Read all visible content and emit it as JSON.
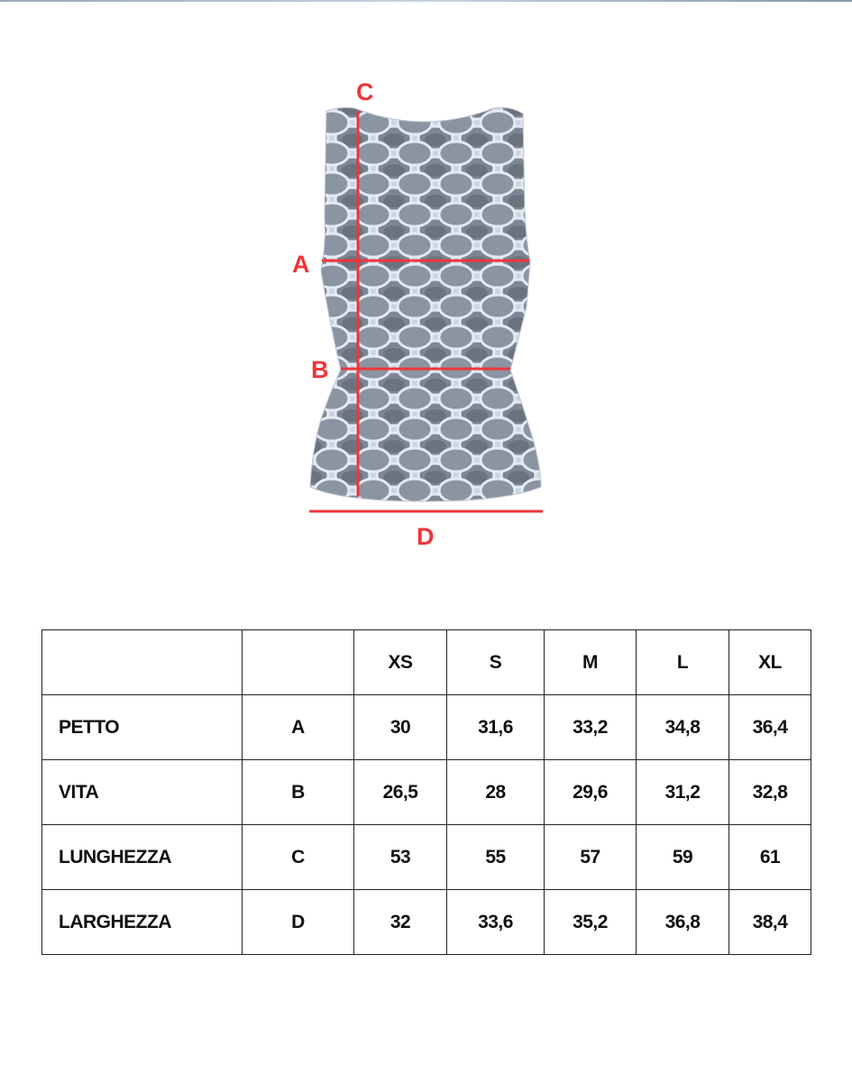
{
  "figure": {
    "labels": {
      "chest": "A",
      "waist": "B",
      "length": "C",
      "width": "D"
    },
    "line_color": "#f0353a",
    "garment": "tank-top-python-print"
  },
  "size_table": {
    "headers": [
      "",
      "",
      "XS",
      "S",
      "M",
      "L",
      "XL"
    ],
    "rows": [
      {
        "name": "PETTO",
        "code": "A",
        "values": [
          "30",
          "31,6",
          "33,2",
          "34,8",
          "36,4"
        ]
      },
      {
        "name": "VITA",
        "code": "B",
        "values": [
          "26,5",
          "28",
          "29,6",
          "31,2",
          "32,8"
        ]
      },
      {
        "name": "LUNGHEZZA",
        "code": "C",
        "values": [
          "53",
          "55",
          "57",
          "59",
          "61"
        ]
      },
      {
        "name": "LARGHEZZA",
        "code": "D",
        "values": [
          "32",
          "33,6",
          "35,2",
          "36,8",
          "38,4"
        ]
      }
    ]
  }
}
